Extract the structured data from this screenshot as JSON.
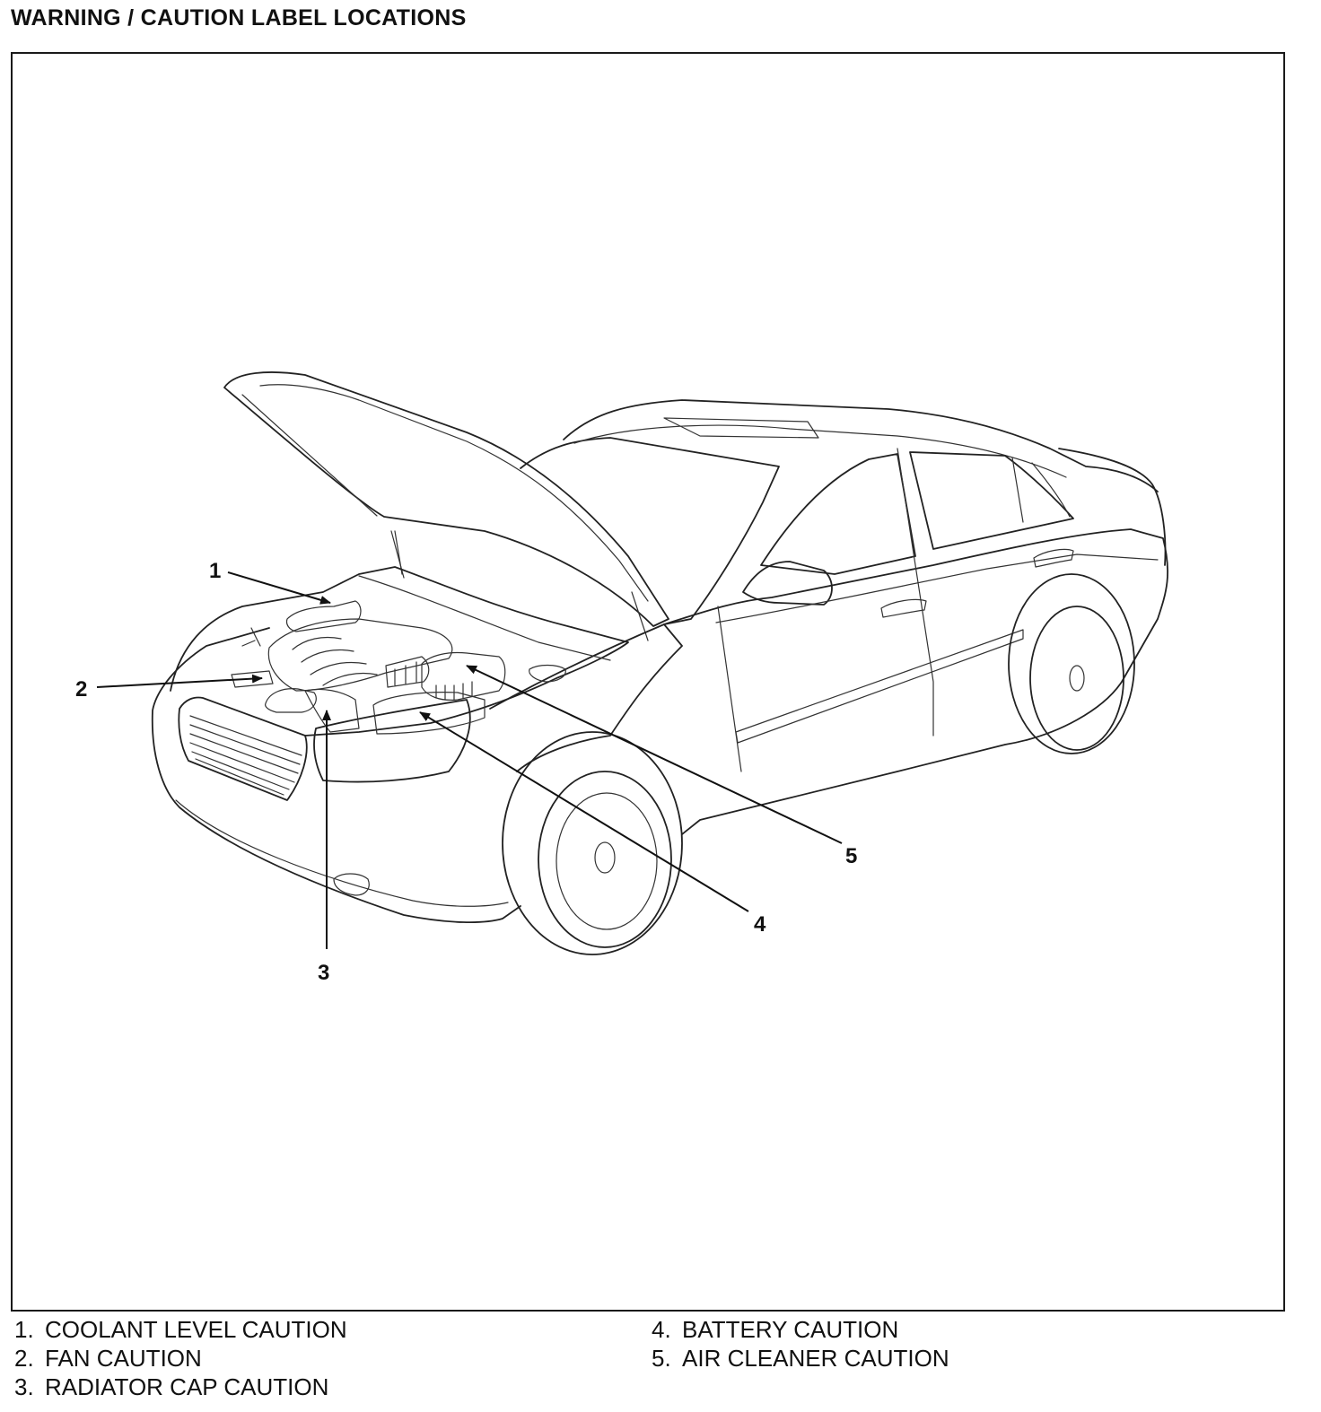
{
  "title": "WARNING / CAUTION LABEL LOCATIONS",
  "callouts": [
    {
      "id": "1",
      "label": "1"
    },
    {
      "id": "2",
      "label": "2"
    },
    {
      "id": "3",
      "label": "3"
    },
    {
      "id": "4",
      "label": "4"
    },
    {
      "id": "5",
      "label": "5"
    }
  ],
  "legend": [
    {
      "num": "1.",
      "text": "COOLANT LEVEL CAUTION"
    },
    {
      "num": "2.",
      "text": "FAN CAUTION"
    },
    {
      "num": "3.",
      "text": "RADIATOR CAP CAUTION"
    },
    {
      "num": "4.",
      "text": "BATTERY CAUTION"
    },
    {
      "num": "5.",
      "text": "AIR CLEANER CAUTION"
    }
  ]
}
